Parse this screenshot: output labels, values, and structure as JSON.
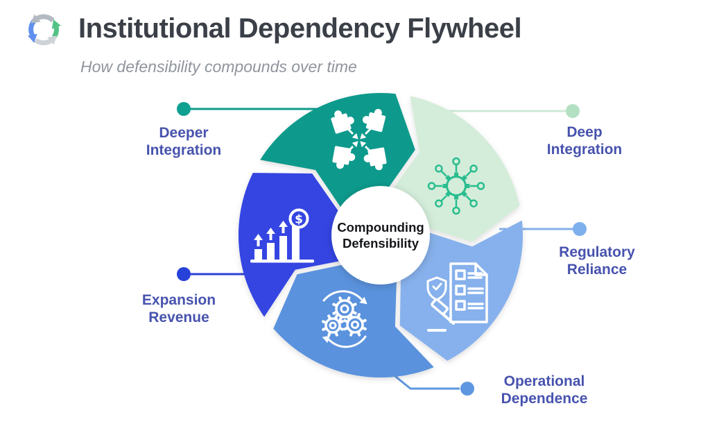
{
  "header": {
    "title": "Institutional Dependency Flywheel",
    "subtitle": "How defensibility compounds over time",
    "logo_icon": "cycle-arrows-icon",
    "logo_colors": {
      "blue": "#6190ee",
      "gray": "#b4bac1",
      "green": "#53c285",
      "light_gray": "#ced3d8"
    }
  },
  "center": {
    "label": "Compounding Defensibility"
  },
  "flywheel": {
    "segments": [
      {
        "id": "deeper-integration",
        "label": "Deeper Integration",
        "color": "#0f9a8c",
        "icon": "puzzle-integration-icon",
        "icon_stroke": "#ffffff",
        "line_color": "#0f9a8c",
        "dot_color": "#0ea091"
      },
      {
        "id": "deep-integration",
        "label": "Deep Integration",
        "color": "#d4edda",
        "icon": "network-hub-icon",
        "icon_stroke": "#2abd8f",
        "line_color": "#cfe9d6",
        "dot_color": "#b3e0c2"
      },
      {
        "id": "regulatory-reliance",
        "label": "Regulatory Reliance",
        "color": "#87b1ec",
        "icon": "compliance-gavel-document-icon",
        "icon_stroke": "#ffffff",
        "line_color": "#85b1ec",
        "dot_color": "#7eb0ee"
      },
      {
        "id": "operational-dependence",
        "label": "Operational Dependence",
        "color": "#5a92dd",
        "icon": "gears-process-icon",
        "icon_stroke": "#ffffff",
        "line_color": "#5e96e1",
        "dot_color": "#5e96e1"
      },
      {
        "id": "expansion-revenue",
        "label": "Expansion Revenue",
        "color": "#3545e2",
        "icon": "revenue-growth-icon",
        "icon_stroke": "#ffffff",
        "line_color": "#2e41d6",
        "dot_color": "#2742d9"
      }
    ]
  },
  "colors": {
    "background": "#ffffff",
    "title_text": "#3b3f47",
    "subtitle_text": "#8f949d",
    "label_text": "#4753ae",
    "center_text": "#15161a",
    "hub_fill": "#ffffff"
  }
}
